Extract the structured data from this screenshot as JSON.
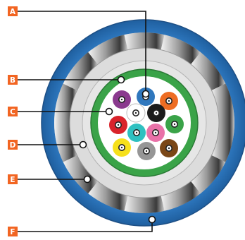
{
  "diagram": {
    "callouts": [
      {
        "id": "a",
        "label": "A"
      },
      {
        "id": "b",
        "label": "B"
      },
      {
        "id": "c",
        "label": "C"
      },
      {
        "id": "d",
        "label": "D"
      },
      {
        "id": "e",
        "label": "E"
      },
      {
        "id": "f",
        "label": "F"
      }
    ],
    "fiber_colors": {
      "blue": "#2f77bd",
      "orange": "#ee6d23",
      "green": "#3aa348",
      "brown": "#7a4616",
      "slate": "#969696",
      "white": "#ffffff",
      "red": "#d9232b",
      "black": "#1b1b1b",
      "yellow": "#f6e01b",
      "violet": "#8a3a8e",
      "rose": "#e971a8",
      "aqua": "#2fc0c0"
    },
    "colors": {
      "label_badge": "#f26522",
      "outer_jacket": "#2b72b9",
      "tube": "#3aa348",
      "armor_light": "#f2f2f2",
      "armor_dark": "#3c3c3c"
    }
  }
}
